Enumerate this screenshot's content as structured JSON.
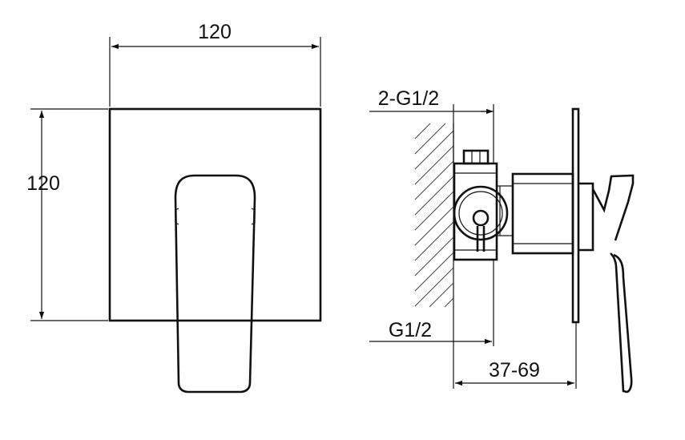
{
  "front_view": {
    "width_label": "120",
    "height_label": "120"
  },
  "side_view": {
    "inlet_label": "2-G1/2",
    "outlet_label": "G1/2",
    "depth_label": "37-69"
  }
}
